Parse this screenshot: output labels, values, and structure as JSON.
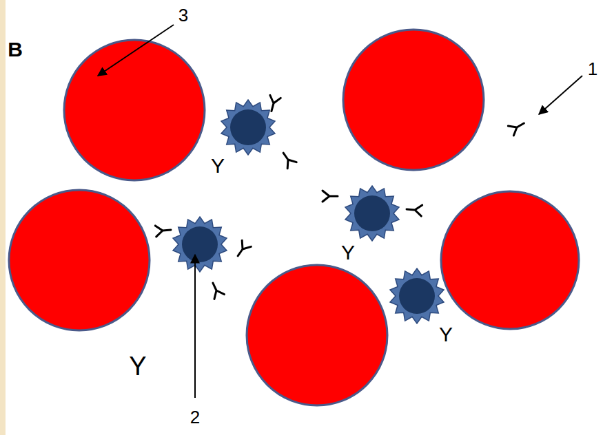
{
  "diagram": {
    "labels": [
      "B",
      "3",
      "1",
      "2",
      "Y",
      "Y",
      "Y",
      "Y"
    ]
  }
}
